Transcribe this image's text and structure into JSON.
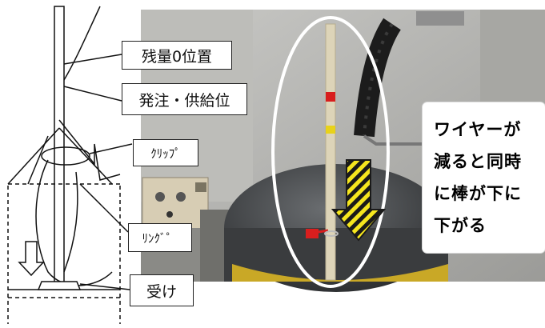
{
  "labels": {
    "remaining_zero": "残量0位置",
    "order_supply": "発注・供給位",
    "clip": "ｸﾘｯﾌﾟ",
    "ring": "ﾘﾝｸﾞ゜",
    "receiver": "受け"
  },
  "caption": [
    "ワイヤーが",
    "減ると同時",
    "に棒が下に",
    "下がる"
  ],
  "colors": {
    "arrow_yellow": "#f5e61e",
    "arrow_black": "#1a1a1a",
    "ring_highlight": "#ffffff",
    "marker_red": "#d81e1e",
    "marker_yellow": "#e8d21a"
  },
  "icons": [
    "down-arrow-outline-icon",
    "striped-down-arrow-icon"
  ]
}
